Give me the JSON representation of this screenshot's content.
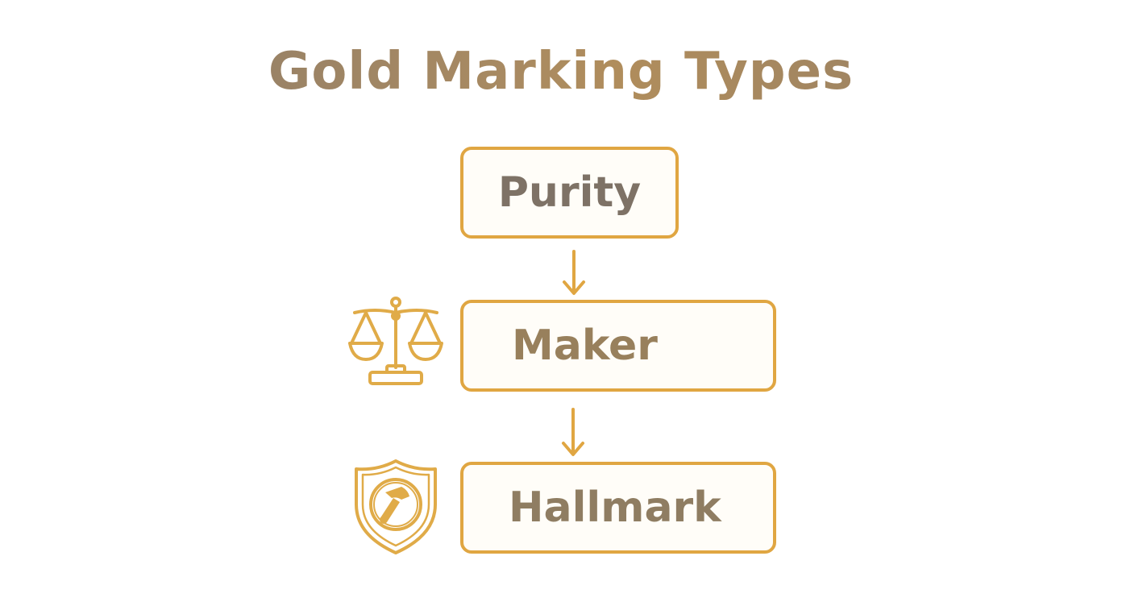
{
  "diagram": {
    "title": "Gold Marking Types",
    "nodes": [
      {
        "id": "purity",
        "label": "Purity"
      },
      {
        "id": "maker",
        "label": "Maker",
        "icon": "balance-scale-icon"
      },
      {
        "id": "hallmark",
        "label": "Hallmark",
        "icon": "shield-hammer-icon"
      }
    ],
    "edges": [
      {
        "from": "purity",
        "to": "maker"
      },
      {
        "from": "maker",
        "to": "hallmark"
      }
    ]
  },
  "colors": {
    "accent": "#e0a642",
    "title_text": "#9a8466",
    "box_fill": "#fffdf8"
  }
}
